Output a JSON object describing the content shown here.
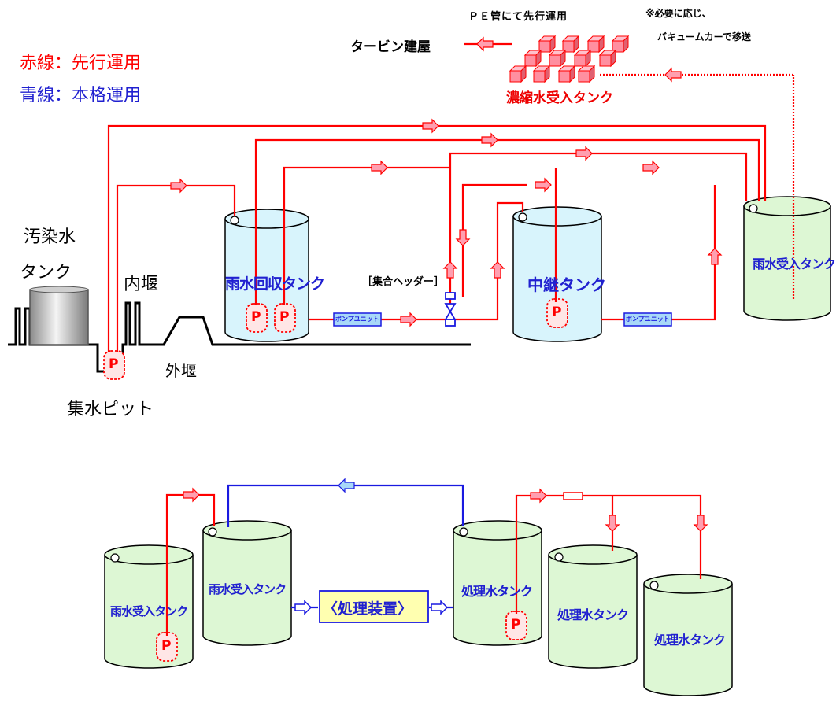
{
  "legend": {
    "red": "赤線：先行運用",
    "blue": "青線：本格運用"
  },
  "top_labels": {
    "pe_note": "ＰＥ管にて先行運用",
    "vacuum_note_1": "※必要に応じ、",
    "vacuum_note_2": "バキュームカーで移送",
    "turbine": "タービン建屋",
    "concentrate_tank": "濃縮水受入タンク",
    "contaminated_tank_1": "汚染水",
    "contaminated_tank_2": "タンク",
    "inner_dike": "内堰",
    "outer_dike": "外堰",
    "pit": "集水ピット",
    "header": "［集合ヘッダー］",
    "rain_recovery_tank": "雨水回収タンク",
    "relay_tank": "中継タンク",
    "rain_receive_tank": "雨水受入タンク",
    "pump_unit_1": "ポンプユニット",
    "pump_unit_2": "ポンプユニット",
    "pump": "P"
  },
  "bottom_labels": {
    "rain_receive_tank_1": "雨水受入タンク",
    "rain_receive_tank_2": "雨水受入タンク",
    "processing": "〈処理装置〉",
    "treated_tank_1": "処理水タンク",
    "treated_tank_2": "処理水タンク",
    "treated_tank_3": "処理水タンク",
    "pump": "P"
  },
  "colors": {
    "red_line": "#ff0000",
    "blue_line": "#1a1ae0",
    "tank_fill_blue": "#d8f4fc",
    "tank_fill_green": "#ddf7d4",
    "arrow_fill": "#ff9fb0",
    "processing_fill": "#ffffb0",
    "title_blue": "#2020d0",
    "concentrate_red": "#ee0000"
  }
}
